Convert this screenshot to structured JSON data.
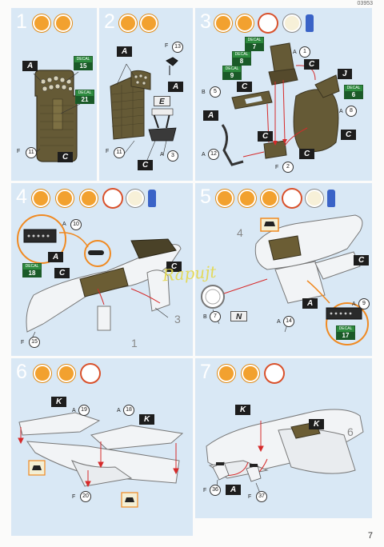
{
  "document_number": "03953",
  "page_number": "7",
  "watermark": "Rapujt",
  "steps": [
    {
      "number": "1",
      "labels": {
        "paint_a": "A",
        "paint_c": "C"
      },
      "decals": [
        {
          "text": "DECAL",
          "num": "15"
        },
        {
          "text": "DECAL",
          "num": "21"
        }
      ],
      "parts": [
        {
          "sprue": "F",
          "num": "11"
        }
      ]
    },
    {
      "number": "2",
      "labels": {
        "paint_a": "A",
        "paint_a2": "A",
        "paint_e": "E",
        "paint_c": "C"
      },
      "parts": [
        {
          "sprue": "F",
          "num": "13"
        },
        {
          "sprue": "F",
          "num": "11"
        },
        {
          "sprue": "A",
          "num": "3"
        }
      ]
    },
    {
      "number": "3",
      "labels": {
        "paint_c1": "C",
        "paint_c2": "C",
        "paint_a": "A",
        "paint_j": "J",
        "paint_c3": "C",
        "paint_c4": "C",
        "paint_c5": "C"
      },
      "decals": [
        {
          "text": "DECAL",
          "num": "7"
        },
        {
          "text": "DECAL",
          "num": "8"
        },
        {
          "text": "DECAL",
          "num": "9"
        },
        {
          "text": "DECAL",
          "num": "6"
        }
      ],
      "parts": [
        {
          "sprue": "A",
          "num": "1"
        },
        {
          "sprue": "B",
          "num": "5"
        },
        {
          "sprue": "A",
          "num": "8"
        },
        {
          "sprue": "A",
          "num": "12"
        },
        {
          "sprue": "F",
          "num": "2"
        }
      ]
    },
    {
      "number": "4",
      "labels": {
        "paint_a": "A",
        "paint_c": "C",
        "paint_c2": "C"
      },
      "decals": [
        {
          "text": "DECAL",
          "num": "18"
        }
      ],
      "parts": [
        {
          "sprue": "A",
          "num": "10"
        },
        {
          "sprue": "F",
          "num": "15"
        }
      ],
      "callouts": [
        "1",
        "3"
      ]
    },
    {
      "number": "5",
      "labels": {
        "paint_a": "A",
        "paint_n": "N",
        "paint_c": "C"
      },
      "decals": [
        {
          "text": "DECAL",
          "num": "17"
        }
      ],
      "parts": [
        {
          "sprue": "A",
          "num": "9"
        },
        {
          "sprue": "B",
          "num": "7"
        },
        {
          "sprue": "A",
          "num": "14"
        }
      ],
      "callouts": [
        "4"
      ]
    },
    {
      "number": "6",
      "labels": {
        "paint_k": "K",
        "paint_k2": "K"
      },
      "parts": [
        {
          "sprue": "A",
          "num": "19"
        },
        {
          "sprue": "A",
          "num": "18"
        },
        {
          "sprue": "F",
          "num": "20"
        }
      ]
    },
    {
      "number": "7",
      "labels": {
        "paint_k": "K",
        "paint_k2": "K",
        "paint_a": "A"
      },
      "parts": [
        {
          "sprue": "F",
          "num": "36"
        },
        {
          "sprue": "F",
          "num": "37"
        }
      ],
      "callouts": [
        "6"
      ]
    }
  ],
  "colors": {
    "panel_bg": "#d9e8f5",
    "paint_tag": "#1d1d1d",
    "decal_green": "#2d8a3e",
    "tool_orange": "#f2a12f",
    "arrow_red": "#d62a2a",
    "cockpit_brown": "#5e5233"
  }
}
